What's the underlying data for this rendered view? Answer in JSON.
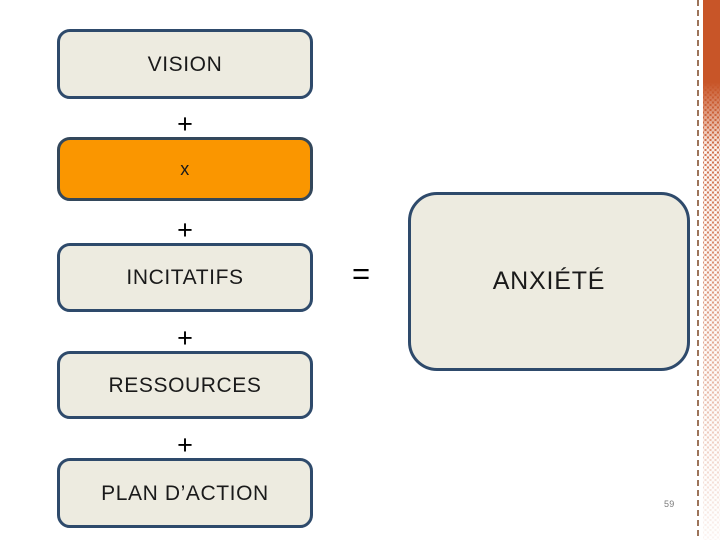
{
  "slide": {
    "background_color": "#FFFFFF",
    "page_number": "59"
  },
  "equation": {
    "terms": [
      {
        "label": "VISION",
        "style": "beige"
      },
      {
        "label": "x",
        "style": "orange"
      },
      {
        "label": "INCITATIFS",
        "style": "beige"
      },
      {
        "label": "RESSOURCES",
        "style": "beige"
      },
      {
        "label": "PLAN D’ACTION",
        "style": "beige"
      }
    ],
    "operators": {
      "plus": "+",
      "equals": "="
    },
    "result": {
      "label": "ANXIÉTÉ"
    }
  },
  "colors": {
    "box_fill": "#EDEBE0",
    "box_border": "#2E4A6B",
    "highlight_fill": "#FA9600",
    "highlight_border": "#33475B",
    "decor_stripe": "#C85528",
    "text": "#1A1A1A"
  }
}
